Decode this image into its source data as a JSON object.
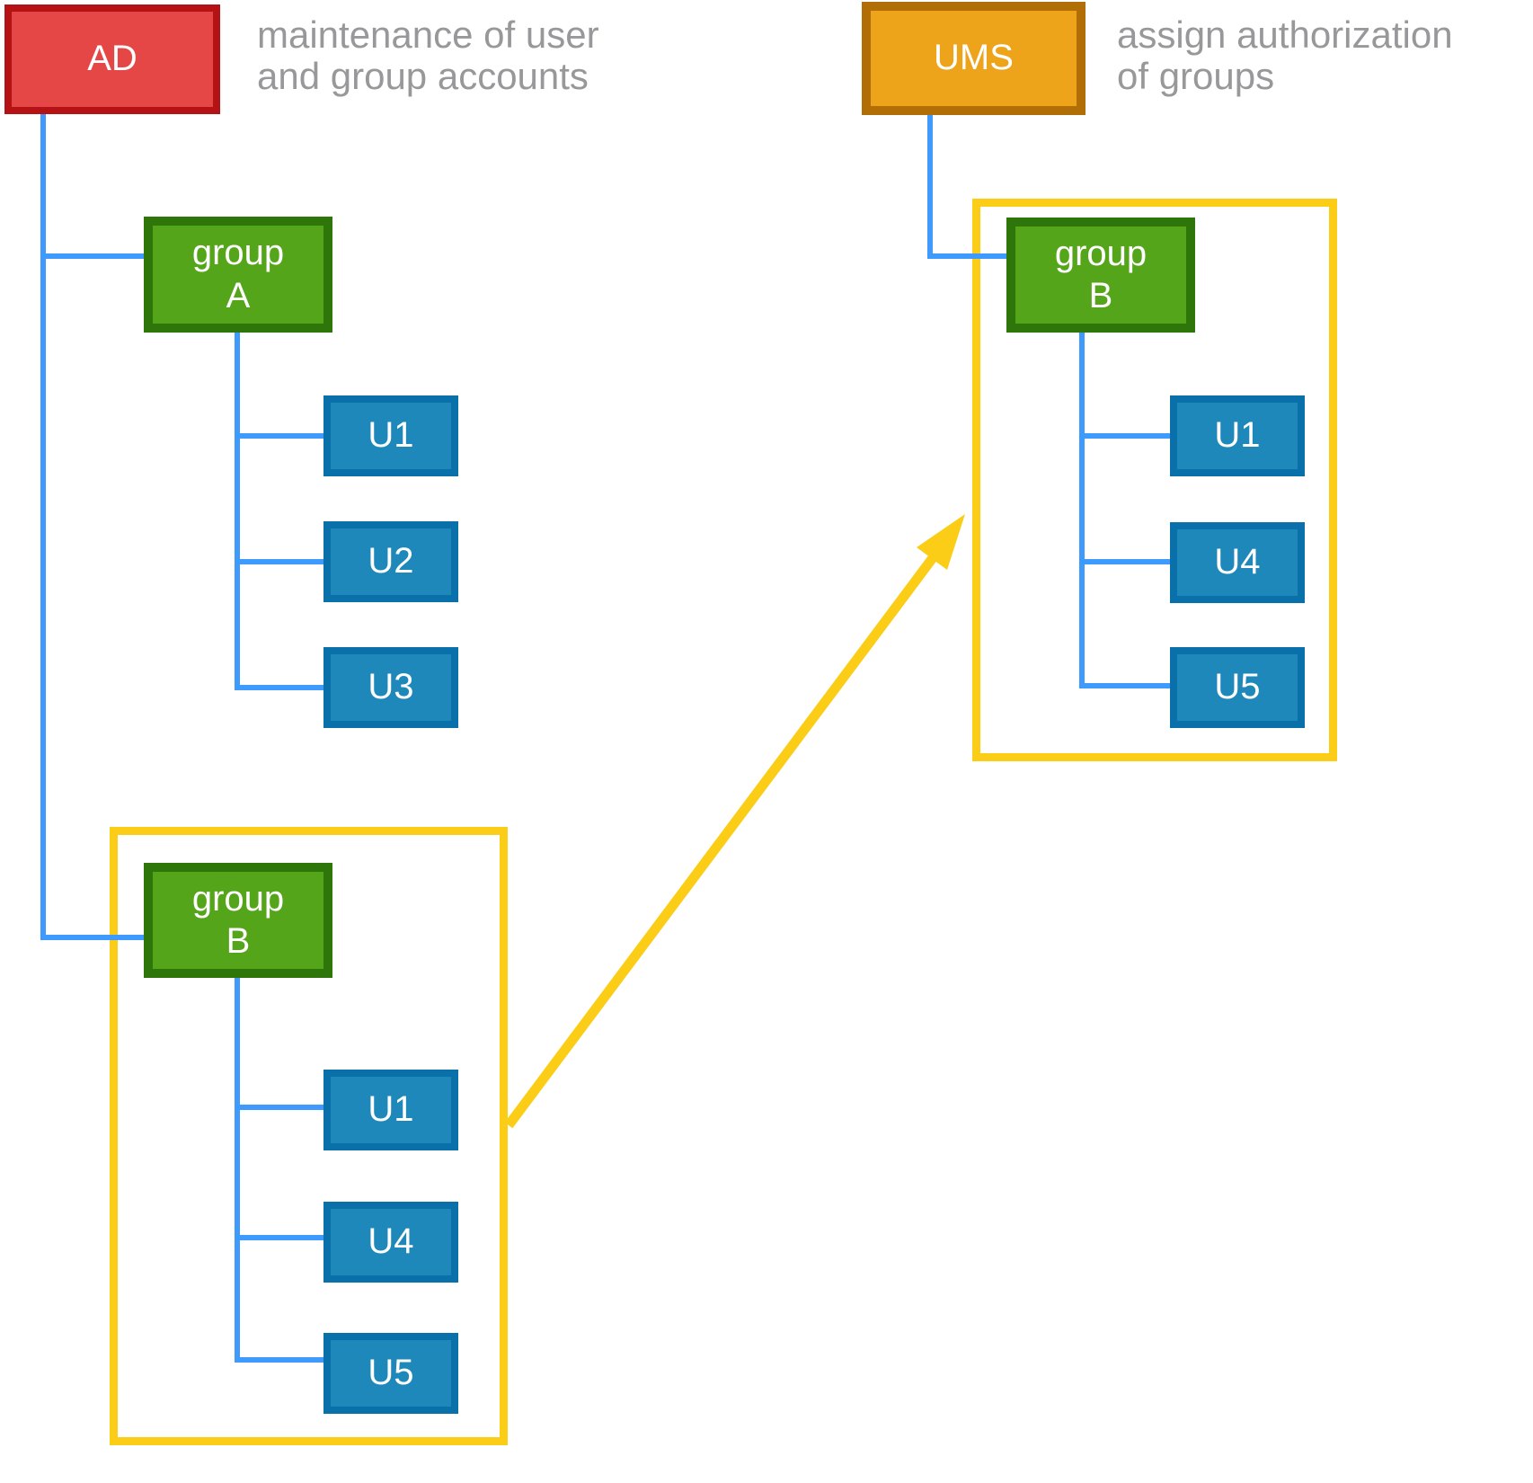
{
  "palette": {
    "background": "#ffffff",
    "box_text": "#ffffff",
    "note_gray": "#98989a",
    "line_blue": "#3e9afc",
    "yellow": "#fbcd17",
    "red_fill": "#e54747",
    "red_border": "#b51215",
    "orange_fill": "#eea41a",
    "orange_border": "#b16e06",
    "green_fill": "#55a51b",
    "green_border": "#2e7609",
    "blue_fill": "#1e88ba",
    "blue_border": "#0a70a9"
  },
  "ad_tree": {
    "root": {
      "label": "AD",
      "note": "maintenance of user\nand group accounts"
    },
    "group_a": {
      "name": "group",
      "letter": "A",
      "users": [
        "U1",
        "U2",
        "U3"
      ]
    },
    "group_b": {
      "name": "group",
      "letter": "B",
      "users": [
        "U1",
        "U4",
        "U5"
      ]
    }
  },
  "ums_tree": {
    "root": {
      "label": "UMS",
      "note": "assign authorization\nof groups"
    },
    "group_b": {
      "name": "group",
      "letter": "B",
      "users": [
        "U1",
        "U4",
        "U5"
      ]
    }
  }
}
